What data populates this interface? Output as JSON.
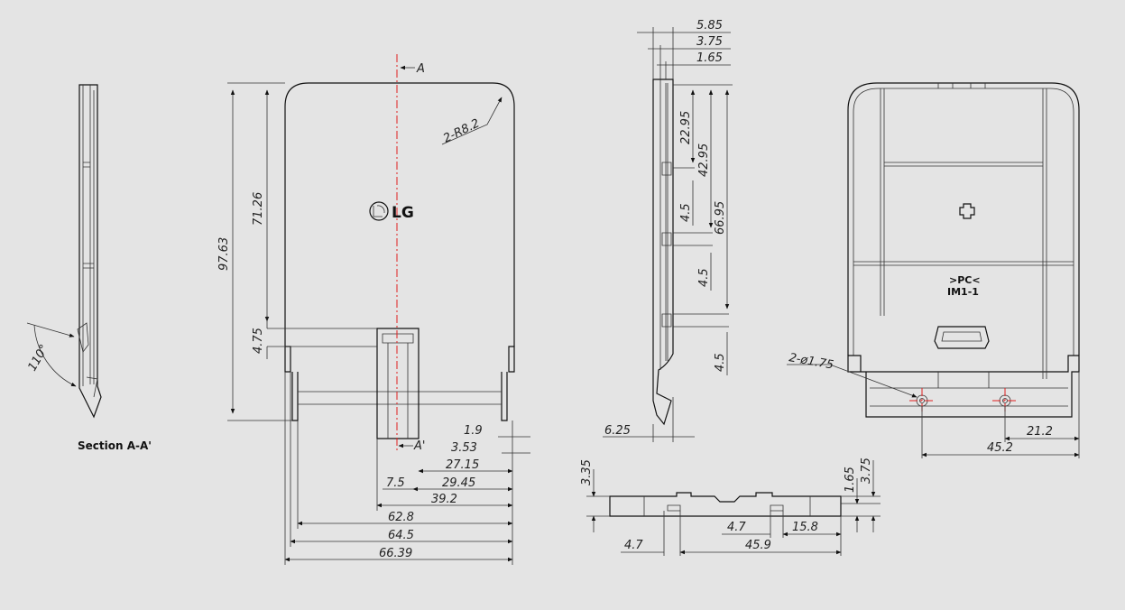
{
  "labels": {
    "section_a": "A",
    "section_a_prime": "A'",
    "section_caption": "Section A-A'",
    "logo": "LG",
    "radius": "2-R8.2",
    "holes": "2-ø1.75",
    "material": ">PC<",
    "code": "IM1-1",
    "angle": "110°"
  },
  "dims": {
    "h_97_63": "97.63",
    "h_71_26": "71.26",
    "h_4_75": "4.75",
    "w_1_9": "1.9",
    "w_3_53": "3.53",
    "w_27_15": "27.15",
    "w_29_45": "29.45",
    "w_7_5": "7.5",
    "w_39_2": "39.2",
    "w_62_8": "62.8",
    "w_64_5": "64.5",
    "w_66_39": "66.39",
    "s_5_85": "5.85",
    "s_3_75": "3.75",
    "s_1_65": "1.65",
    "s_22_95": "22.95",
    "s_42_95": "42.95",
    "s_66_95": "66.95",
    "s_4_5a": "4.5",
    "s_4_5b": "4.5",
    "s_4_5c": "4.5",
    "s_6_25": "6.25",
    "b_3_35": "3.35",
    "b_1_65": "1.65",
    "b_3_75": "3.75",
    "b_4_7a": "4.7",
    "b_4_7b": "4.7",
    "b_15_8": "15.8",
    "b_45_9": "45.9",
    "r_21_2": "21.2",
    "r_45_2": "45.2"
  }
}
